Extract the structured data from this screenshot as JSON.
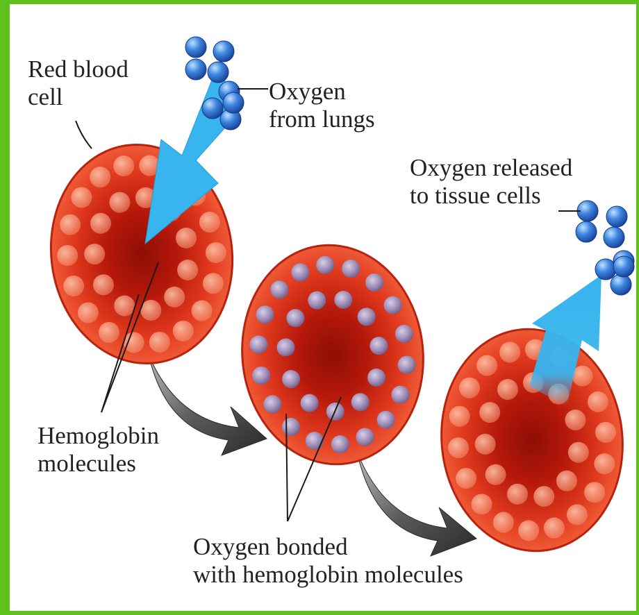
{
  "labels": {
    "red_blood_cell": [
      "Red blood",
      "cell"
    ],
    "oxygen_from_lungs": [
      "Oxygen",
      "from lungs"
    ],
    "oxygen_released": [
      "Oxygen released",
      "to tissue cells"
    ],
    "hemoglobin": [
      "Hemoglobin",
      "molecules"
    ],
    "oxygen_bonded": [
      "Oxygen bonded",
      "with hemoglobin molecules"
    ]
  },
  "colors": {
    "frame": "#5fc11c",
    "cell": "#e2361c",
    "cell_center": "#9a1208",
    "arrow_blue": "#38b4ee",
    "oxygen": "#2b63c4",
    "flow_arrow": "#3a3a3a"
  },
  "icons": {
    "oxygen_molecule": "oxygen-molecule-icon",
    "hemoglobin": "hemoglobin-dot-icon"
  }
}
